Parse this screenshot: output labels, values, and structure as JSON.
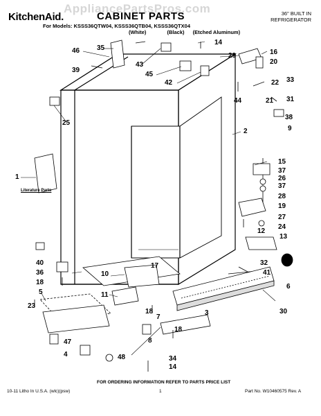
{
  "watermark": "AppliancePartsPros.com",
  "brand": "KitchenAid.",
  "title": "CABINET PARTS",
  "built_in": [
    "36\" BUILT IN",
    "REFRIGERATOR"
  ],
  "models_line": "For Models: KSSS36QTW04, KSSS36QTB04, KSSS36QTX04",
  "variants": [
    "(White)",
    "(Black)",
    "(Etched Aluminum)"
  ],
  "literature_label": "Literature Parts",
  "footer": {
    "order_info": "FOR ORDERING INFORMATION REFER TO PARTS PRICE LIST",
    "litho": "10-11 Litho In U.S.A. (wlc)(psw)",
    "page": "1",
    "part_no": "Part No. W10460575 Rev. A"
  },
  "callouts": [
    "46",
    "35",
    "43",
    "14",
    "29",
    "16",
    "20",
    "39",
    "45",
    "42",
    "22",
    "33",
    "44",
    "21",
    "31",
    "25",
    "38",
    "9",
    "2",
    "15",
    "37",
    "26",
    "37",
    "1",
    "28",
    "19",
    "27",
    "24",
    "12",
    "13",
    "40",
    "36",
    "18",
    "17",
    "10",
    "32",
    "41",
    "6",
    "5",
    "11",
    "18",
    "30",
    "23",
    "3",
    "7",
    "18",
    "47",
    "8",
    "4",
    "48",
    "34",
    "14"
  ]
}
